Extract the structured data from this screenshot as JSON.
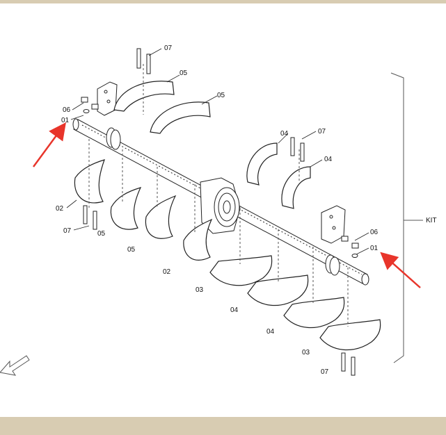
{
  "diagram": {
    "kit_label": "KIT",
    "part_labels": {
      "p01_left": "01",
      "p01_right": "01",
      "p02_left": "02",
      "p02_mid": "02",
      "p03_a": "03",
      "p03_b": "03",
      "p04_a": "04",
      "p04_b": "04",
      "p04_c": "04",
      "p04_d": "04",
      "p05_a": "05",
      "p05_b": "05",
      "p05_c": "05",
      "p05_d": "05",
      "p06_left": "06",
      "p06_right": "06",
      "p07_top": "07",
      "p07_mid": "07",
      "p07_left": "07",
      "p07_bottom": "07"
    },
    "colors": {
      "arrow_red": "#e8352b",
      "line": "#222222",
      "frame": "#d8ccb2"
    }
  }
}
